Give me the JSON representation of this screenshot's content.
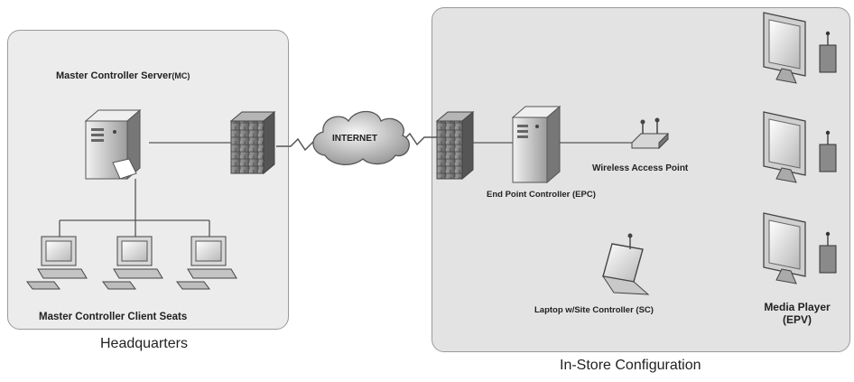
{
  "headquarters": {
    "caption": "Headquarters",
    "server_label": "Master Controller Server",
    "server_abbr": "(MC)",
    "client_seats_label": "Master Controller Client Seats"
  },
  "internet": {
    "label": "INTERNET"
  },
  "store": {
    "caption": "In-Store Configuration",
    "epc_label": "End Point Controller (EPC)",
    "wap_label": "Wireless Access Point",
    "laptop_label": "Laptop w/Site Controller (SC)",
    "media_player_label_line1": "Media Player",
    "media_player_label_line2": "(EPV)"
  },
  "colors": {
    "panel_border": "#9a9a9a",
    "panel_fill": "#ececec",
    "device_fill": "#cfcfcf",
    "device_dark": "#5a5a5a",
    "firewall": "#7a7a7a"
  }
}
